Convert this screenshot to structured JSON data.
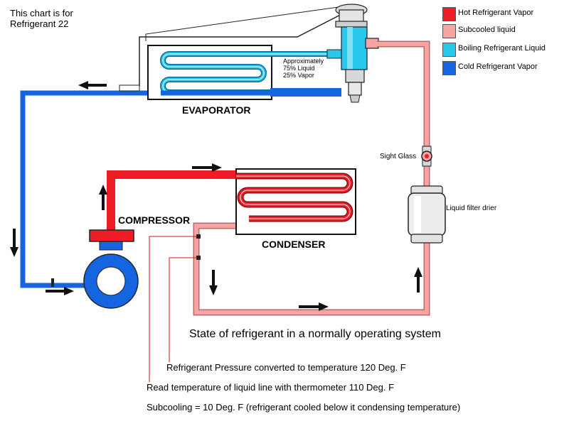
{
  "header": {
    "line1": "This chart is for",
    "line2": "Refrigerant 22"
  },
  "legend": [
    {
      "label": "Hot Refrigerant Vapor",
      "color": "#ee1c24"
    },
    {
      "label": "Subcooled liquid",
      "color": "#f6a3a3"
    },
    {
      "label": "Boiling Refrigerant Liquid",
      "color": "#29c7ee"
    },
    {
      "label": "Cold Refrigerant Vapor",
      "color": "#1565e0"
    }
  ],
  "components": {
    "evaporator": "EVAPORATOR",
    "condenser": "CONDENSER",
    "compressor": "COMPRESSOR",
    "sight_glass": "Sight Glass",
    "filter_drier": "Liquid filter drier"
  },
  "expansion_note": {
    "line1": "Approximately",
    "line2": "75% Liquid",
    "line3": "25% Vapor"
  },
  "captions": {
    "state": "State of refrigerant in a normally operating system",
    "pressure": "Refrigerant Pressure converted to temperature 120 Deg. F",
    "liquid_temp": "Read temperature of liquid line with thermometer 110 Deg. F",
    "subcooling": "Subcooling = 10 Deg. F (refrigerant cooled below it condensing temperature)"
  }
}
